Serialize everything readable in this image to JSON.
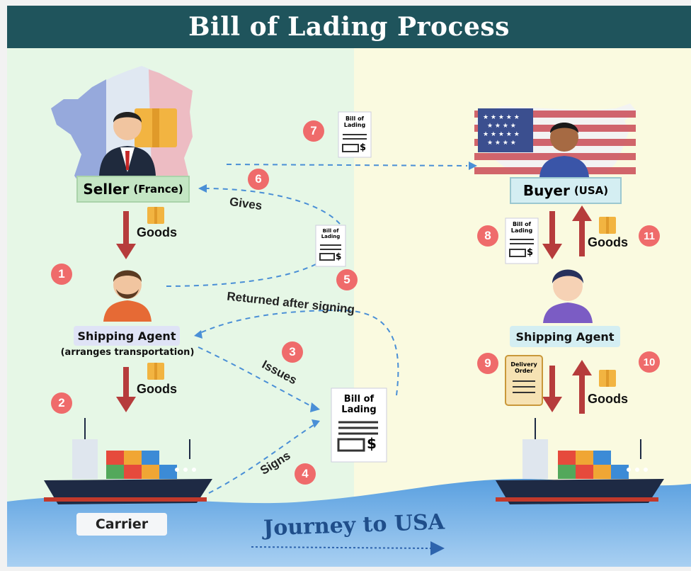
{
  "title": "Bill of Lading Process",
  "seller": {
    "name": "Seller",
    "country": "(France)"
  },
  "buyer": {
    "name": "Buyer",
    "country": "(USA)"
  },
  "shipping_agent_left": {
    "name": "Shipping Agent",
    "note": "(arranges transportation)"
  },
  "shipping_agent_right": {
    "name": "Shipping Agent"
  },
  "carrier": "Carrier",
  "journey": "Journey to USA",
  "goods_label": "Goods",
  "document": {
    "line1": "Bill of",
    "line2": "Lading",
    "currency": "$"
  },
  "delivery_order": {
    "line1": "Delivery",
    "line2": "Order"
  },
  "steps": {
    "s1": "1",
    "s2": "2",
    "s3": "3",
    "s4": "4",
    "s5": "5",
    "s6": "6",
    "s7": "7",
    "s8": "8",
    "s9": "9",
    "s10": "10",
    "s11": "11"
  },
  "flow_labels": {
    "gives": "Gives",
    "returned": "Returned after signing",
    "issues": "Issues",
    "signs": "Signs"
  },
  "colors": {
    "header": "#1f545c",
    "left_bg": "#e6f7e6",
    "right_bg": "#fafae0",
    "step_badge": "#ef6b6b",
    "arrow_red": "#b63c3c",
    "dashed_blue": "#4a8fd6",
    "journey_text": "#1f4e8a"
  }
}
